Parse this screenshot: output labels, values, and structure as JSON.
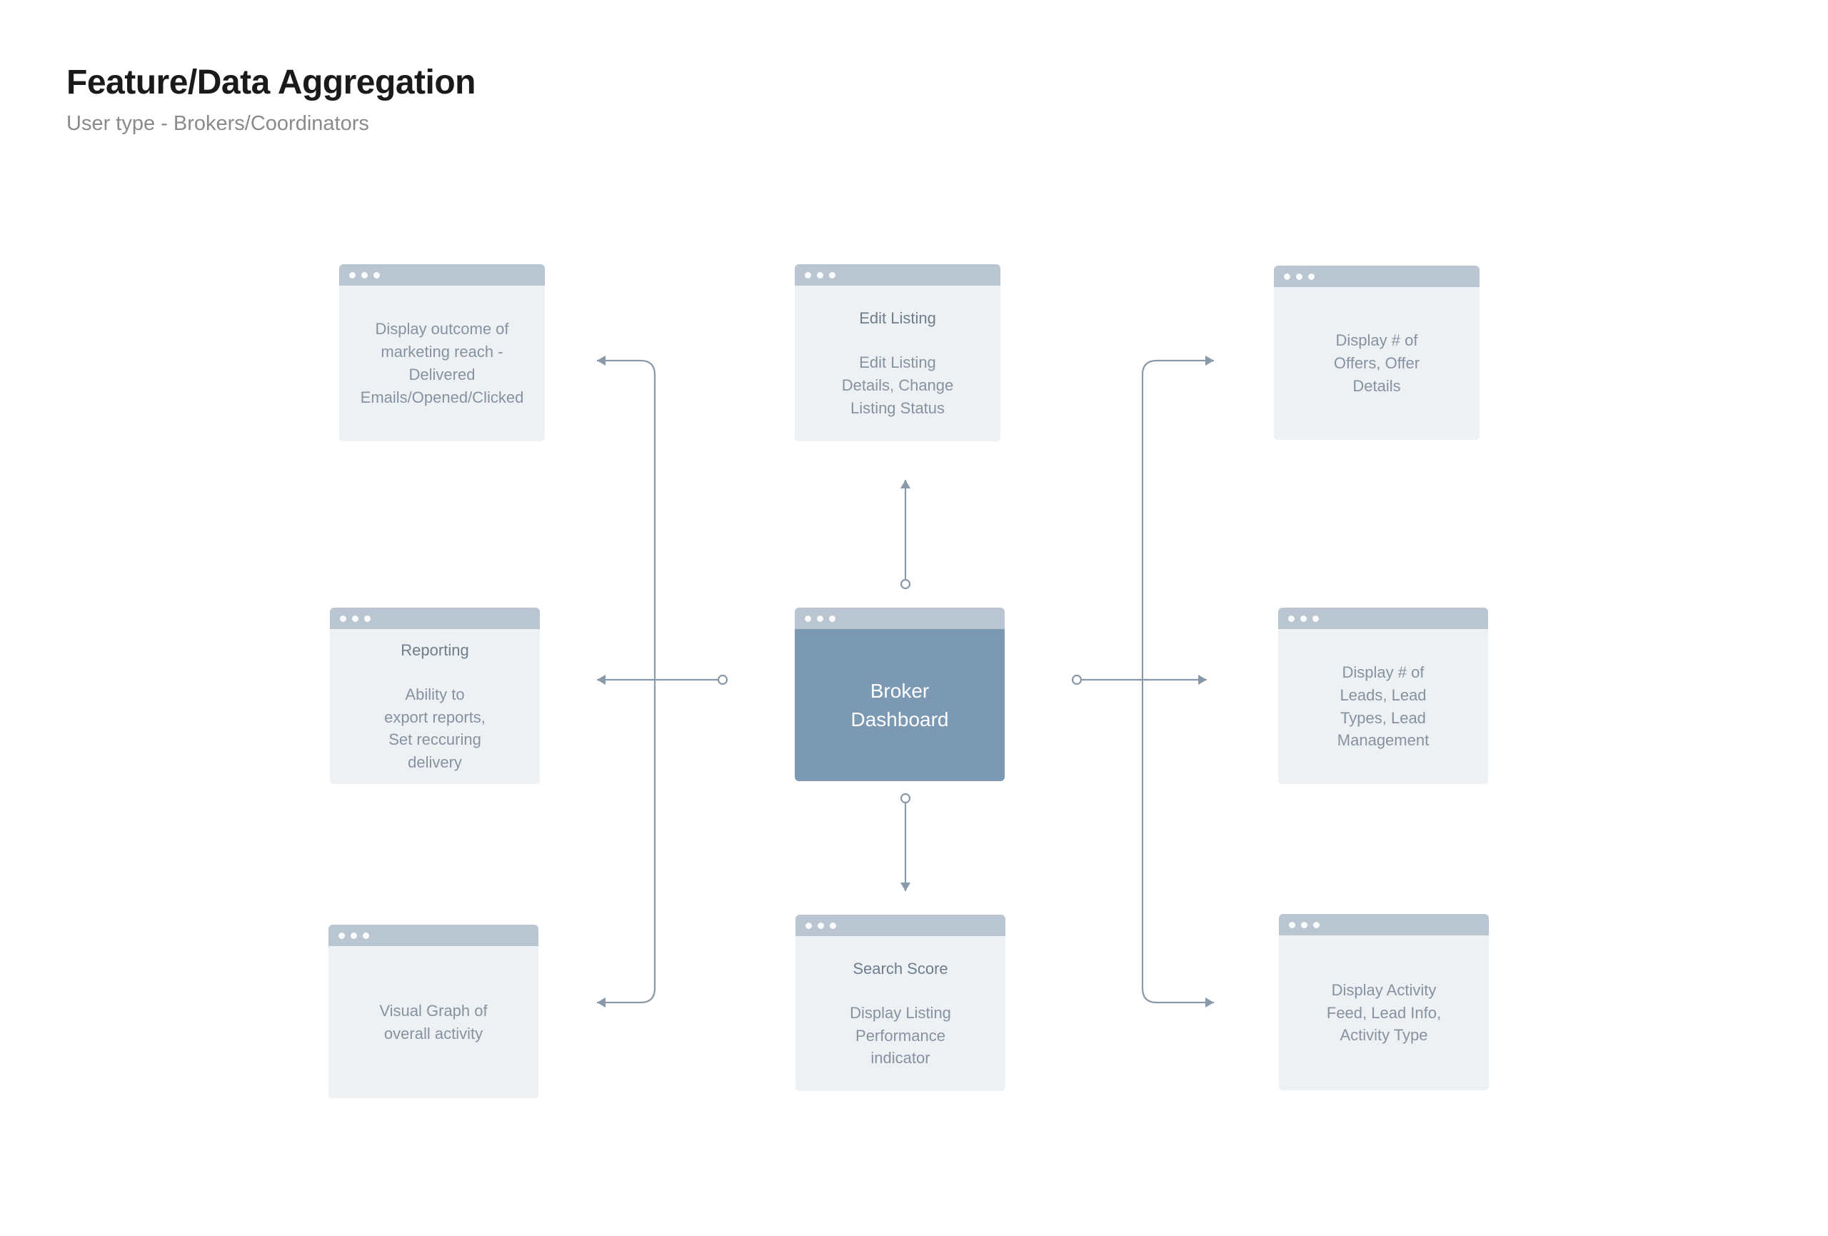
{
  "header": {
    "title": "Feature/Data Aggregation",
    "subtitle": "User type - Brokers/Coordinators"
  },
  "colors": {
    "chrome": "#b9c5d1",
    "card_body": "#edf1f4",
    "primary_body": "#7b99b3",
    "text": "#8792a0",
    "connector": "#8a99a8",
    "title_text": "#1a1a1a",
    "subtitle_text": "#8a8a8a"
  },
  "nodes": [
    {
      "id": "marketing-reach",
      "title": "",
      "text": "Display outcome of\nmarketing reach -\nDelivered\nEmails/Opened/Clicked",
      "primary": false
    },
    {
      "id": "edit-listing",
      "title": "Edit Listing",
      "text": "Edit Listing\nDetails, Change\nListing Status",
      "primary": false
    },
    {
      "id": "offers",
      "title": "",
      "text": "Display # of\nOffers, Offer\nDetails",
      "primary": false
    },
    {
      "id": "reporting",
      "title": "Reporting",
      "text": "Ability to\nexport reports,\nSet reccuring\ndelivery",
      "primary": false
    },
    {
      "id": "broker-dashboard",
      "title": "",
      "text": "Broker\nDashboard",
      "primary": true
    },
    {
      "id": "leads",
      "title": "",
      "text": "Display # of\nLeads, Lead\nTypes, Lead\nManagement",
      "primary": false
    },
    {
      "id": "visual-graph",
      "title": "",
      "text": "Visual Graph of\noverall activity",
      "primary": false
    },
    {
      "id": "search-score",
      "title": "Search Score",
      "text": "Display Listing\nPerformance\nindicator",
      "primary": false
    },
    {
      "id": "activity-feed",
      "title": "",
      "text": "Display Activity\nFeed, Lead Info,\nActivity Type",
      "primary": false
    }
  ],
  "connectors": [
    {
      "id": "dashboard-to-edit-listing",
      "from": "broker-dashboard",
      "to": "edit-listing",
      "direction": "up"
    },
    {
      "id": "dashboard-to-search-score",
      "from": "broker-dashboard",
      "to": "search-score",
      "direction": "down"
    },
    {
      "id": "dashboard-to-reporting",
      "from": "broker-dashboard",
      "to": "reporting",
      "direction": "left"
    },
    {
      "id": "dashboard-to-marketing-reach",
      "from": "broker-dashboard",
      "to": "marketing-reach",
      "direction": "left-up"
    },
    {
      "id": "dashboard-to-visual-graph",
      "from": "broker-dashboard",
      "to": "visual-graph",
      "direction": "left-down"
    },
    {
      "id": "dashboard-to-leads",
      "from": "broker-dashboard",
      "to": "leads",
      "direction": "right"
    },
    {
      "id": "dashboard-to-offers",
      "from": "broker-dashboard",
      "to": "offers",
      "direction": "right-up"
    },
    {
      "id": "dashboard-to-activity-feed",
      "from": "broker-dashboard",
      "to": "activity-feed",
      "direction": "right-down"
    }
  ]
}
